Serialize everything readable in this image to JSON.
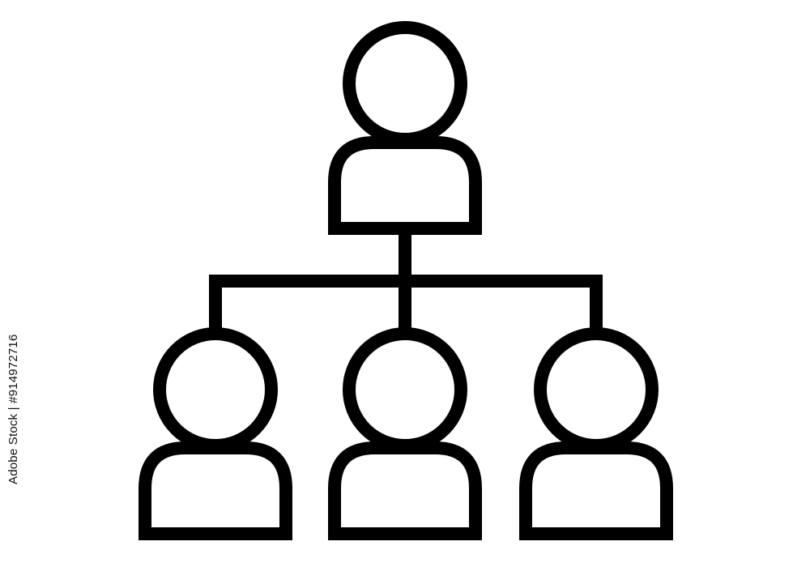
{
  "image": {
    "subject": "person-hierarchy-icon",
    "watermark_text": "Adobe Stock | #914972716",
    "colors": {
      "background": "#ffffff",
      "line": "#000000"
    },
    "nodes": [
      {
        "role": "manager",
        "icon": "person-icon"
      },
      {
        "role": "member",
        "icon": "person-icon"
      },
      {
        "role": "member",
        "icon": "person-icon"
      },
      {
        "role": "member",
        "icon": "person-icon"
      }
    ]
  }
}
